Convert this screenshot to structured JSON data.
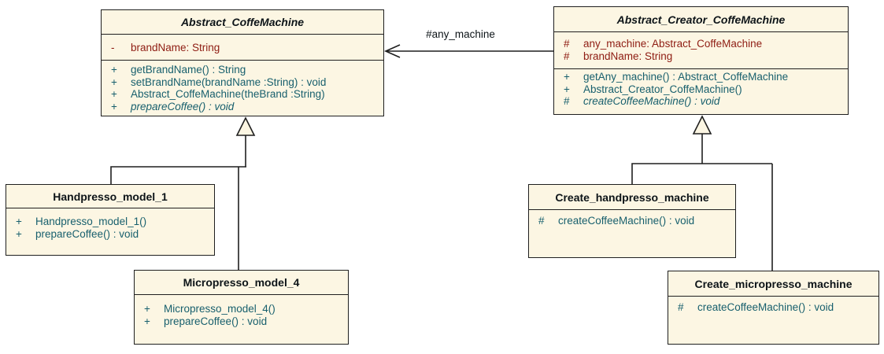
{
  "colors": {
    "box_fill": "#fcf6e3",
    "border": "#1f1f1f",
    "title_text": "#0d1418",
    "attribute_text": "#8e1c12",
    "method_text": "#175f6d"
  },
  "association": {
    "label": "#any_machine"
  },
  "classes": [
    {
      "name": "Abstract_CoffeMachine",
      "abstract": true,
      "attributes": [
        {
          "vis": "-",
          "text": "brandName: String"
        }
      ],
      "methods": [
        {
          "vis": "+",
          "text": "getBrandName() : String",
          "italic": false
        },
        {
          "vis": "+",
          "text": "setBrandName(brandName :String) : void",
          "italic": false
        },
        {
          "vis": "+",
          "text": "Abstract_CoffeMachine(theBrand :String)",
          "italic": false
        },
        {
          "vis": "+",
          "text": "prepareCoffee() : void",
          "italic": true
        }
      ]
    },
    {
      "name": "Abstract_Creator_CoffeMachine",
      "abstract": true,
      "attributes": [
        {
          "vis": "#",
          "text": "any_machine: Abstract_CoffeMachine"
        },
        {
          "vis": "#",
          "text": "brandName: String"
        }
      ],
      "methods": [
        {
          "vis": "+",
          "text": "getAny_machine() : Abstract_CoffeMachine",
          "italic": false
        },
        {
          "vis": "+",
          "text": "Abstract_Creator_CoffeMachine()",
          "italic": false
        },
        {
          "vis": "#",
          "text": "createCoffeeMachine() : void",
          "italic": true
        }
      ]
    },
    {
      "name": "Handpresso_model_1",
      "abstract": false,
      "attributes": [],
      "methods": [
        {
          "vis": "+",
          "text": "Handpresso_model_1()",
          "italic": false
        },
        {
          "vis": "+",
          "text": "prepareCoffee() : void",
          "italic": false
        }
      ]
    },
    {
      "name": "Micropresso_model_4",
      "abstract": false,
      "attributes": [],
      "methods": [
        {
          "vis": "+",
          "text": "Micropresso_model_4()",
          "italic": false
        },
        {
          "vis": "+",
          "text": "prepareCoffee() : void",
          "italic": false
        }
      ]
    },
    {
      "name": "Create_handpresso_machine",
      "abstract": false,
      "attributes": [],
      "methods": [
        {
          "vis": "#",
          "text": "createCoffeeMachine() : void",
          "italic": false
        }
      ]
    },
    {
      "name": "Create_micropresso_machine",
      "abstract": false,
      "attributes": [],
      "methods": [
        {
          "vis": "#",
          "text": "createCoffeeMachine() : void",
          "italic": false
        }
      ]
    }
  ],
  "relationships": [
    {
      "type": "directed-association",
      "from": "Abstract_Creator_CoffeMachine",
      "to": "Abstract_CoffeMachine",
      "label": "#any_machine"
    },
    {
      "type": "generalization",
      "from": "Handpresso_model_1",
      "to": "Abstract_CoffeMachine"
    },
    {
      "type": "generalization",
      "from": "Micropresso_model_4",
      "to": "Abstract_CoffeMachine"
    },
    {
      "type": "generalization",
      "from": "Create_handpresso_machine",
      "to": "Abstract_Creator_CoffeMachine"
    },
    {
      "type": "generalization",
      "from": "Create_micropresso_machine",
      "to": "Abstract_Creator_CoffeMachine"
    }
  ]
}
